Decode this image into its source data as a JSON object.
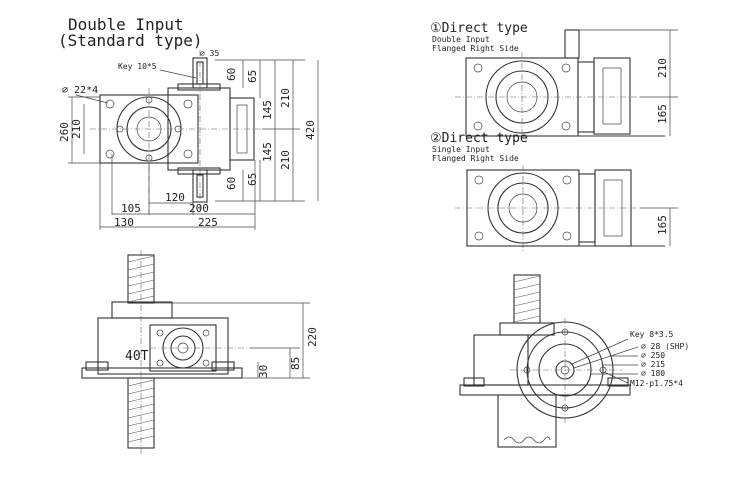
{
  "std_view": {
    "title": "Double Input",
    "subtitle": "(Standard type)",
    "labels": {
      "shaft_dia": "∅ 35",
      "key": "Key 10*5",
      "bolt_holes": "∅ 22*4",
      "d60_top": "60",
      "d65_top": "65",
      "d145_top": "145",
      "d210_top": "210",
      "d420": "420",
      "d145_bot": "145",
      "d210_bot": "210",
      "d65_bot": "65",
      "d60_bot": "60",
      "d260": "260",
      "d210_left": "210",
      "d120": "120",
      "d105": "105",
      "d200": "200",
      "d130": "130",
      "d225": "225"
    }
  },
  "direct1": {
    "title": "①Direct type",
    "line1": "Double Input",
    "line2": "Flanged Right Side",
    "d210": "210",
    "d165": "165"
  },
  "direct2": {
    "title": "②Direct type",
    "line1": "Single Input",
    "line2": "Flanged Right Side",
    "d165": "165"
  },
  "side_view": {
    "label_40t": "40T",
    "d220": "220",
    "d85": "85",
    "d30": "30"
  },
  "end_view": {
    "key": "Key 8*3.5",
    "d28": "∅ 28 (SHP)",
    "d250": "∅ 250",
    "d215": "∅ 215",
    "d180": "∅ 180",
    "thread": "M12-p1.75*4"
  }
}
